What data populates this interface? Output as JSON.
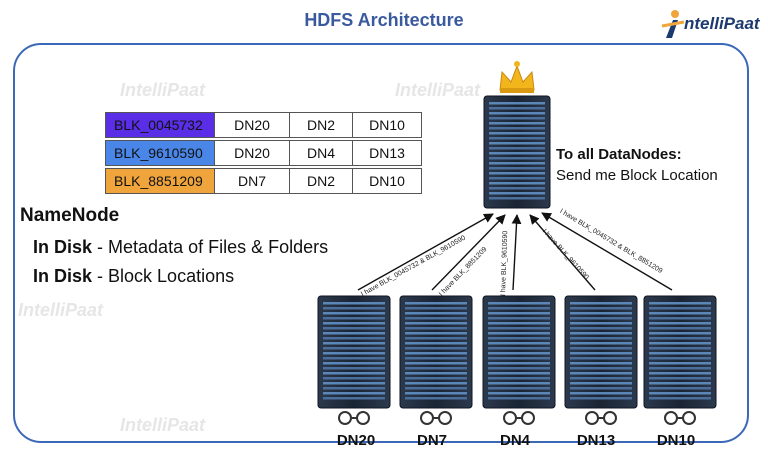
{
  "title": "HDFS Architecture",
  "logo": {
    "text": "ntelliPaat",
    "mark": "I",
    "watermark_text": "IntelliPaat"
  },
  "colors": {
    "title": "#3a5aa0",
    "frame": "#3c68b8",
    "server": "#1f2a3a",
    "blk1": "#5a2ee6",
    "blk2": "#4a86e8",
    "blk3": "#f0a53c",
    "crown": "#f2b51c"
  },
  "block_table": [
    {
      "block": "BLK_0045732",
      "nodes": [
        "DN20",
        "DN2",
        "DN10"
      ]
    },
    {
      "block": "BLK_9610590",
      "nodes": [
        "DN20",
        "DN4",
        "DN13"
      ]
    },
    {
      "block": "BLK_8851209",
      "nodes": [
        "DN7",
        "DN2",
        "DN10"
      ]
    }
  ],
  "namenode": {
    "title": "NameNode",
    "lines": [
      {
        "bold": "In Disk",
        "rest": " - Metadata of Files & Folders"
      },
      {
        "bold": "In Disk",
        "rest": " - Block Locations"
      }
    ]
  },
  "message": {
    "line1": "To all DataNodes:",
    "line2": "Send me Block Location"
  },
  "datanodes": [
    {
      "label": "DN20",
      "report": "I have BLK_0045732 & BLK_9610590"
    },
    {
      "label": "DN7",
      "report": "I have BLK_8851209"
    },
    {
      "label": "DN4",
      "report": "I have BLK_9610590"
    },
    {
      "label": "DN13",
      "report": "I have BLK_9610590"
    },
    {
      "label": "DN10",
      "report": "I have BLK_0045732 & BLK_8851209"
    }
  ],
  "icons": {
    "master": "crown-icon",
    "slave": "handcuffs-icon",
    "node": "server-rack-icon"
  }
}
